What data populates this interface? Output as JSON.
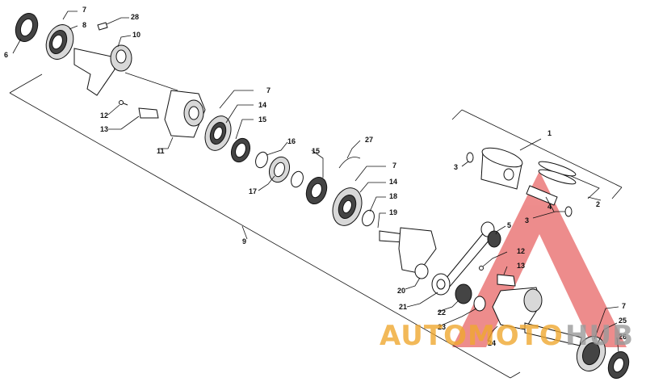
{
  "callouts": [
    {
      "id": "c1",
      "text": "1"
    },
    {
      "id": "c2",
      "text": "2"
    },
    {
      "id": "c3a",
      "text": "3"
    },
    {
      "id": "c3b",
      "text": "3"
    },
    {
      "id": "c4",
      "text": "4"
    },
    {
      "id": "c5",
      "text": "5"
    },
    {
      "id": "c6",
      "text": "6"
    },
    {
      "id": "c7a",
      "text": "7"
    },
    {
      "id": "c7b",
      "text": "7"
    },
    {
      "id": "c7c",
      "text": "7"
    },
    {
      "id": "c7d",
      "text": "7"
    },
    {
      "id": "c8",
      "text": "8"
    },
    {
      "id": "c9",
      "text": "9"
    },
    {
      "id": "c10",
      "text": "10"
    },
    {
      "id": "c11",
      "text": "11"
    },
    {
      "id": "c12a",
      "text": "12"
    },
    {
      "id": "c12b",
      "text": "12"
    },
    {
      "id": "c13a",
      "text": "13"
    },
    {
      "id": "c13b",
      "text": "13"
    },
    {
      "id": "c14a",
      "text": "14"
    },
    {
      "id": "c14b",
      "text": "14"
    },
    {
      "id": "c15a",
      "text": "15"
    },
    {
      "id": "c15b",
      "text": "15"
    },
    {
      "id": "c16",
      "text": "16"
    },
    {
      "id": "c17",
      "text": "17"
    },
    {
      "id": "c18",
      "text": "18"
    },
    {
      "id": "c19",
      "text": "19"
    },
    {
      "id": "c20",
      "text": "20"
    },
    {
      "id": "c21",
      "text": "21"
    },
    {
      "id": "c22",
      "text": "22"
    },
    {
      "id": "c23",
      "text": "23"
    },
    {
      "id": "c24",
      "text": "24"
    },
    {
      "id": "c25",
      "text": "25"
    },
    {
      "id": "c26",
      "text": "26"
    },
    {
      "id": "c27",
      "text": "27"
    },
    {
      "id": "c28",
      "text": "28"
    }
  ],
  "watermark": {
    "part1": "AUTOMOTO",
    "part2": "HUB",
    "color_primary": "#f0a830",
    "color_secondary": "#9a9a9a",
    "color_triangle": "#e03030"
  }
}
